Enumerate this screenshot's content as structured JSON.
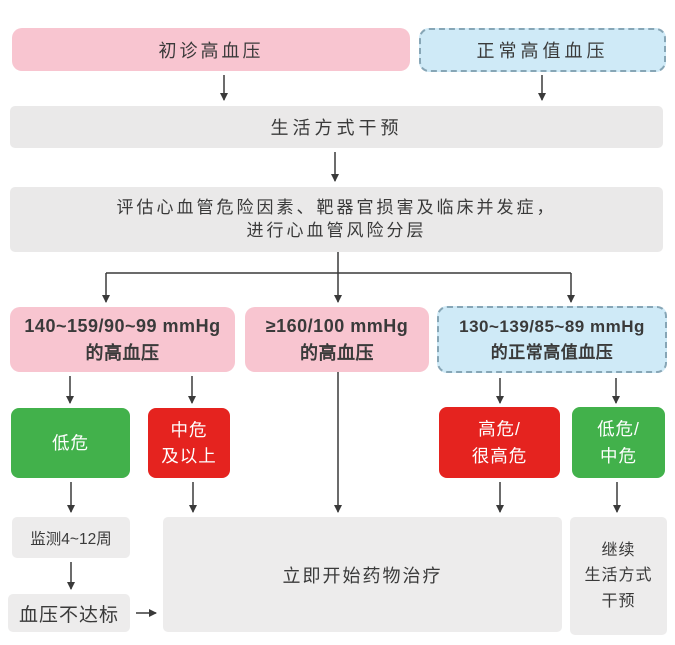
{
  "diagram": {
    "top": {
      "initial_hypertension": "初诊高血压",
      "high_normal_bp": "正常高值血压"
    },
    "lifestyle_intervention": "生活方式干预",
    "assessment": {
      "line1": "评估心血管危险因素、靶器官损害及临床并发症，",
      "line2": "进行心血管风险分层"
    },
    "branch": {
      "htn_140": {
        "line1": "140~159/90~99 mmHg",
        "line2": "的高血压"
      },
      "htn_160": {
        "line1": "≥160/100 mmHg",
        "line2": "的高血压"
      },
      "hn_130": {
        "line1": "130~139/85~89 mmHg",
        "line2": "的正常高值血压"
      }
    },
    "risk": {
      "low": "低危",
      "mid_line1": "中危",
      "mid_line2": "及以上",
      "high_line1": "高危/",
      "high_line2": "很高危",
      "lowmid_line1": "低危/",
      "lowmid_line2": "中危"
    },
    "outcome": {
      "monitor": "监测4~12周",
      "bp_not_reached": "血压不达标",
      "start_medication": "立即开始药物治疗",
      "continue_line1": "继续",
      "continue_line2": "生活方式",
      "continue_line3": "干预"
    },
    "colors": {
      "pink": "#f8c5d0",
      "blue_fill": "#cfeaf7",
      "blue_border": "#87a6b6",
      "gray": "#eae9e9",
      "green": "#42b14b",
      "red": "#e5231f",
      "arrow": "#3a3a3a",
      "text": "#3a3a3a"
    }
  }
}
